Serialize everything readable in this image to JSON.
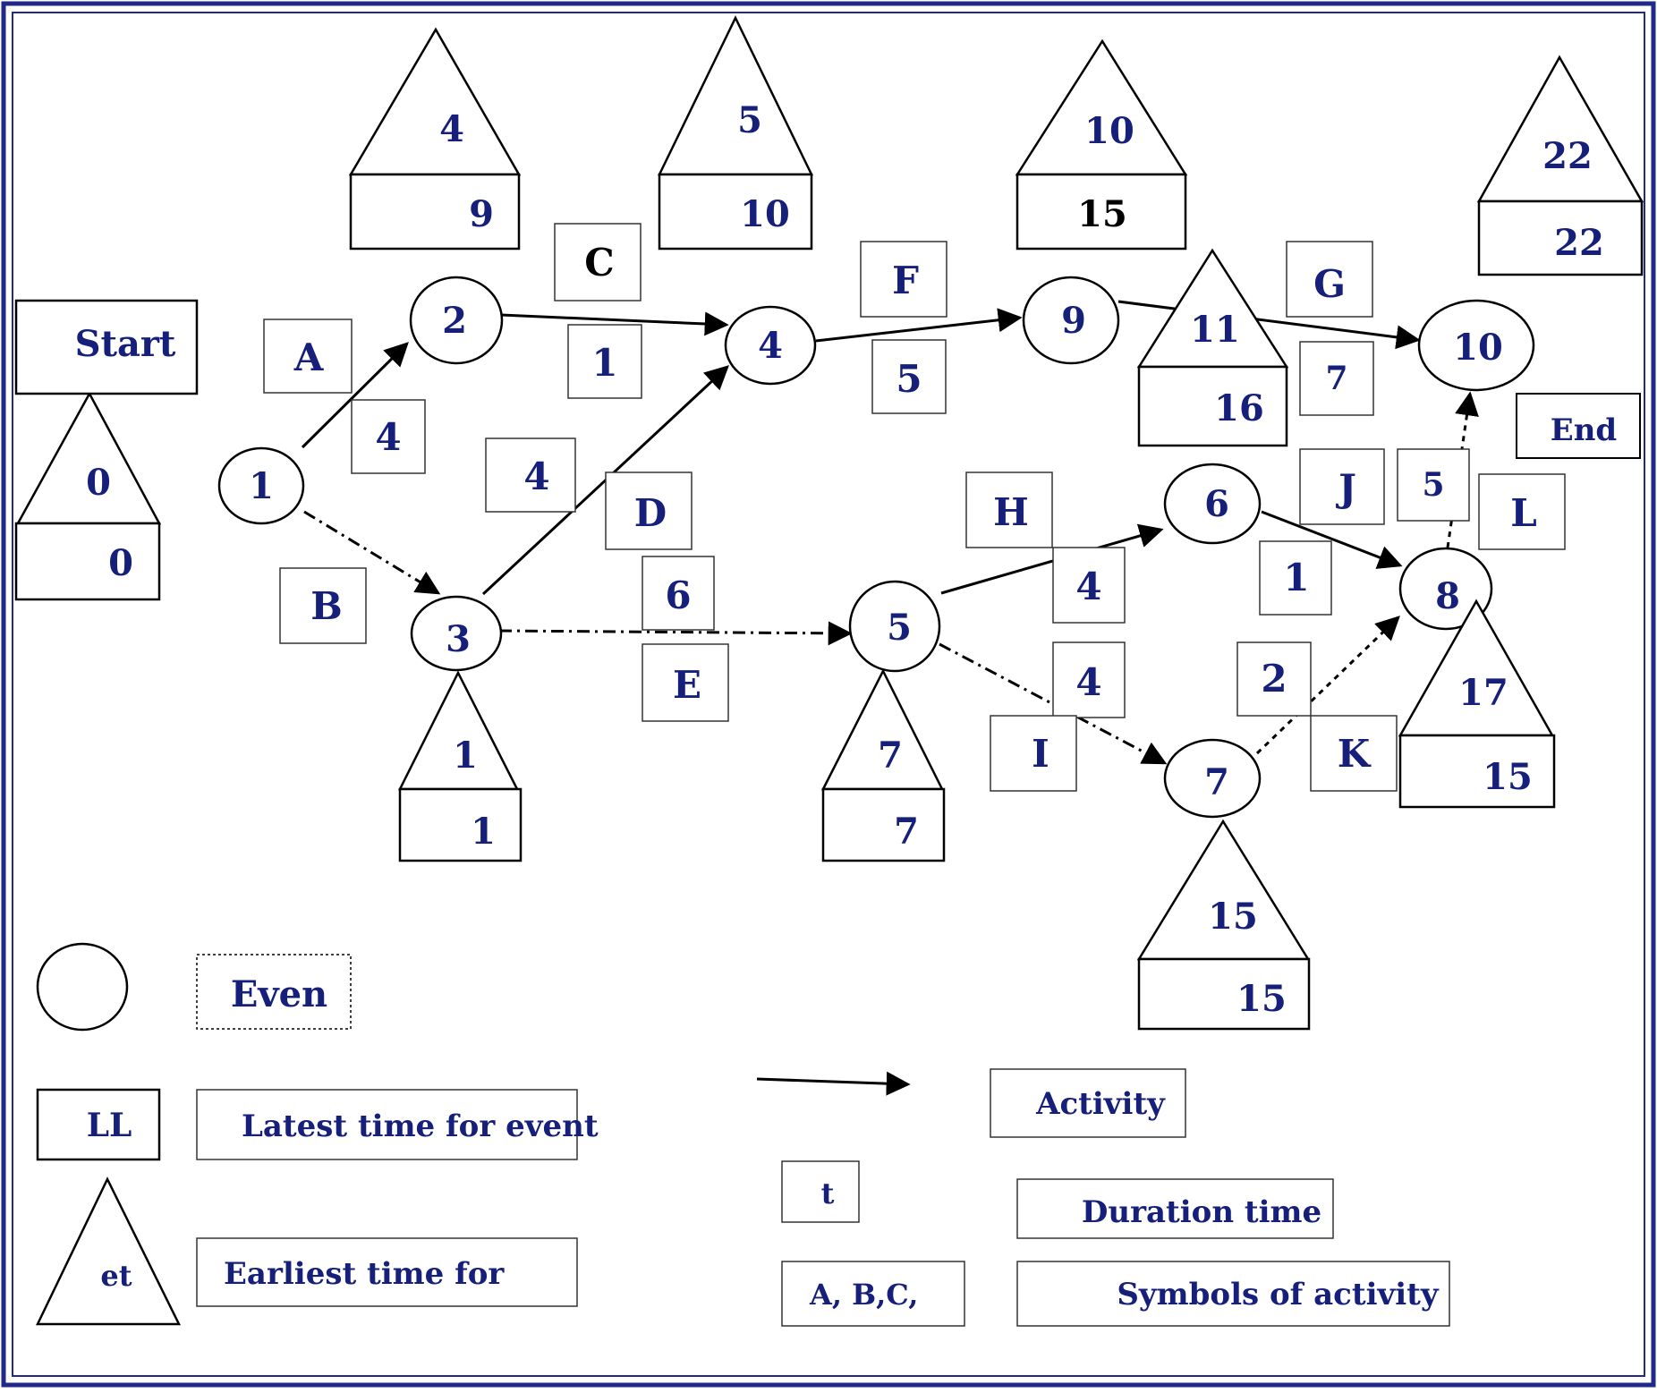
{
  "colors": {
    "frame": "#1f2a8a",
    "text": "#16207a",
    "dark_text": "#000000",
    "stroke": "#000000"
  },
  "events": [
    {
      "id": "1",
      "label": "1"
    },
    {
      "id": "2",
      "label": "2"
    },
    {
      "id": "3",
      "label": "3"
    },
    {
      "id": "4",
      "label": "4"
    },
    {
      "id": "5",
      "label": "5"
    },
    {
      "id": "6",
      "label": "6"
    },
    {
      "id": "7",
      "label": "7"
    },
    {
      "id": "8",
      "label": "8"
    },
    {
      "id": "9",
      "label": "9"
    },
    {
      "id": "10",
      "label": "10"
    }
  ],
  "start_label": "Start",
  "end_label": "End",
  "earliest_times": [
    "0",
    "4",
    "5",
    "10",
    "22",
    "11",
    "1",
    "7",
    "17",
    "15"
  ],
  "latest_times": [
    "0",
    "9",
    "10",
    "15",
    "22",
    "16",
    "1",
    "7",
    "15",
    "15"
  ],
  "activities": [
    {
      "symbol": "A",
      "duration": "4"
    },
    {
      "symbol": "B",
      "duration": ""
    },
    {
      "symbol": "C",
      "duration": "1"
    },
    {
      "symbol": "D",
      "duration": "4"
    },
    {
      "symbol": "E",
      "duration": "6"
    },
    {
      "symbol": "F",
      "duration": "5"
    },
    {
      "symbol": "G",
      "duration": "7"
    },
    {
      "symbol": "H",
      "duration": "4"
    },
    {
      "symbol": "I",
      "duration": "4"
    },
    {
      "symbol": "J",
      "duration": "1"
    },
    {
      "symbol": "K",
      "duration": "2"
    },
    {
      "symbol": "L",
      "duration": "5"
    }
  ],
  "legend": {
    "event": "Even",
    "latest_symbol": "LL",
    "latest": "Latest time for event",
    "earliest_symbol": "et",
    "earliest": "Earliest time for",
    "activity": "Activity",
    "duration_symbol": "t",
    "duration": "Duration time",
    "symbols_sample": "A, B,C,",
    "symbols": "Symbols of  activity"
  }
}
